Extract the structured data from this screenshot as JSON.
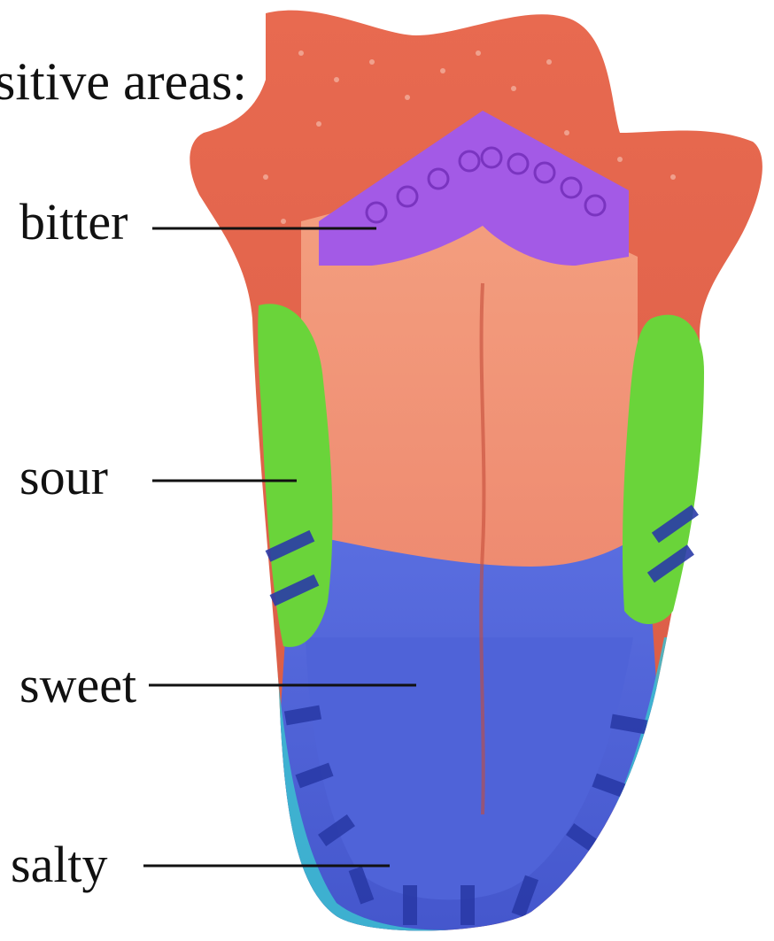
{
  "diagram": {
    "title": "sitive areas:",
    "labels": {
      "bitter": "bitter",
      "sour": "sour",
      "sweet": "sweet",
      "salty": "salty"
    }
  },
  "colors": {
    "bitter_zone": "#a35ae6",
    "sour_zone": "#6ad43a",
    "sweet_zone": "#4f63d8",
    "salty_zone": "#3cc0d0",
    "tongue_back": "#e06a4a",
    "tongue_mid": "#f0967a"
  }
}
